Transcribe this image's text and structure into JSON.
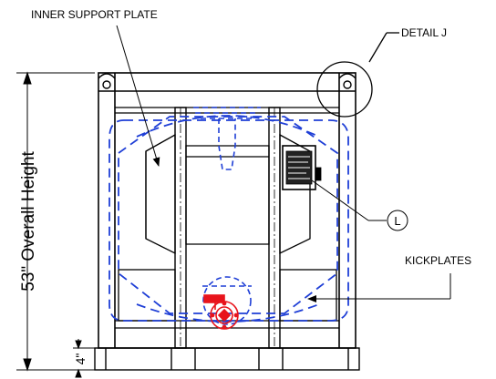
{
  "labels": {
    "inner_support_plate": "INNER SUPPORT PLATE",
    "detail_j": "DETAIL J",
    "kickplates": "KICKPLATES",
    "callout_l": "L",
    "overall_height": "53\" Overall Height",
    "bottom_dimension": "4\""
  },
  "colors": {
    "line": "#000000",
    "hidden": "#1f3fd6",
    "valve": "#e8141c",
    "background": "#ffffff"
  }
}
